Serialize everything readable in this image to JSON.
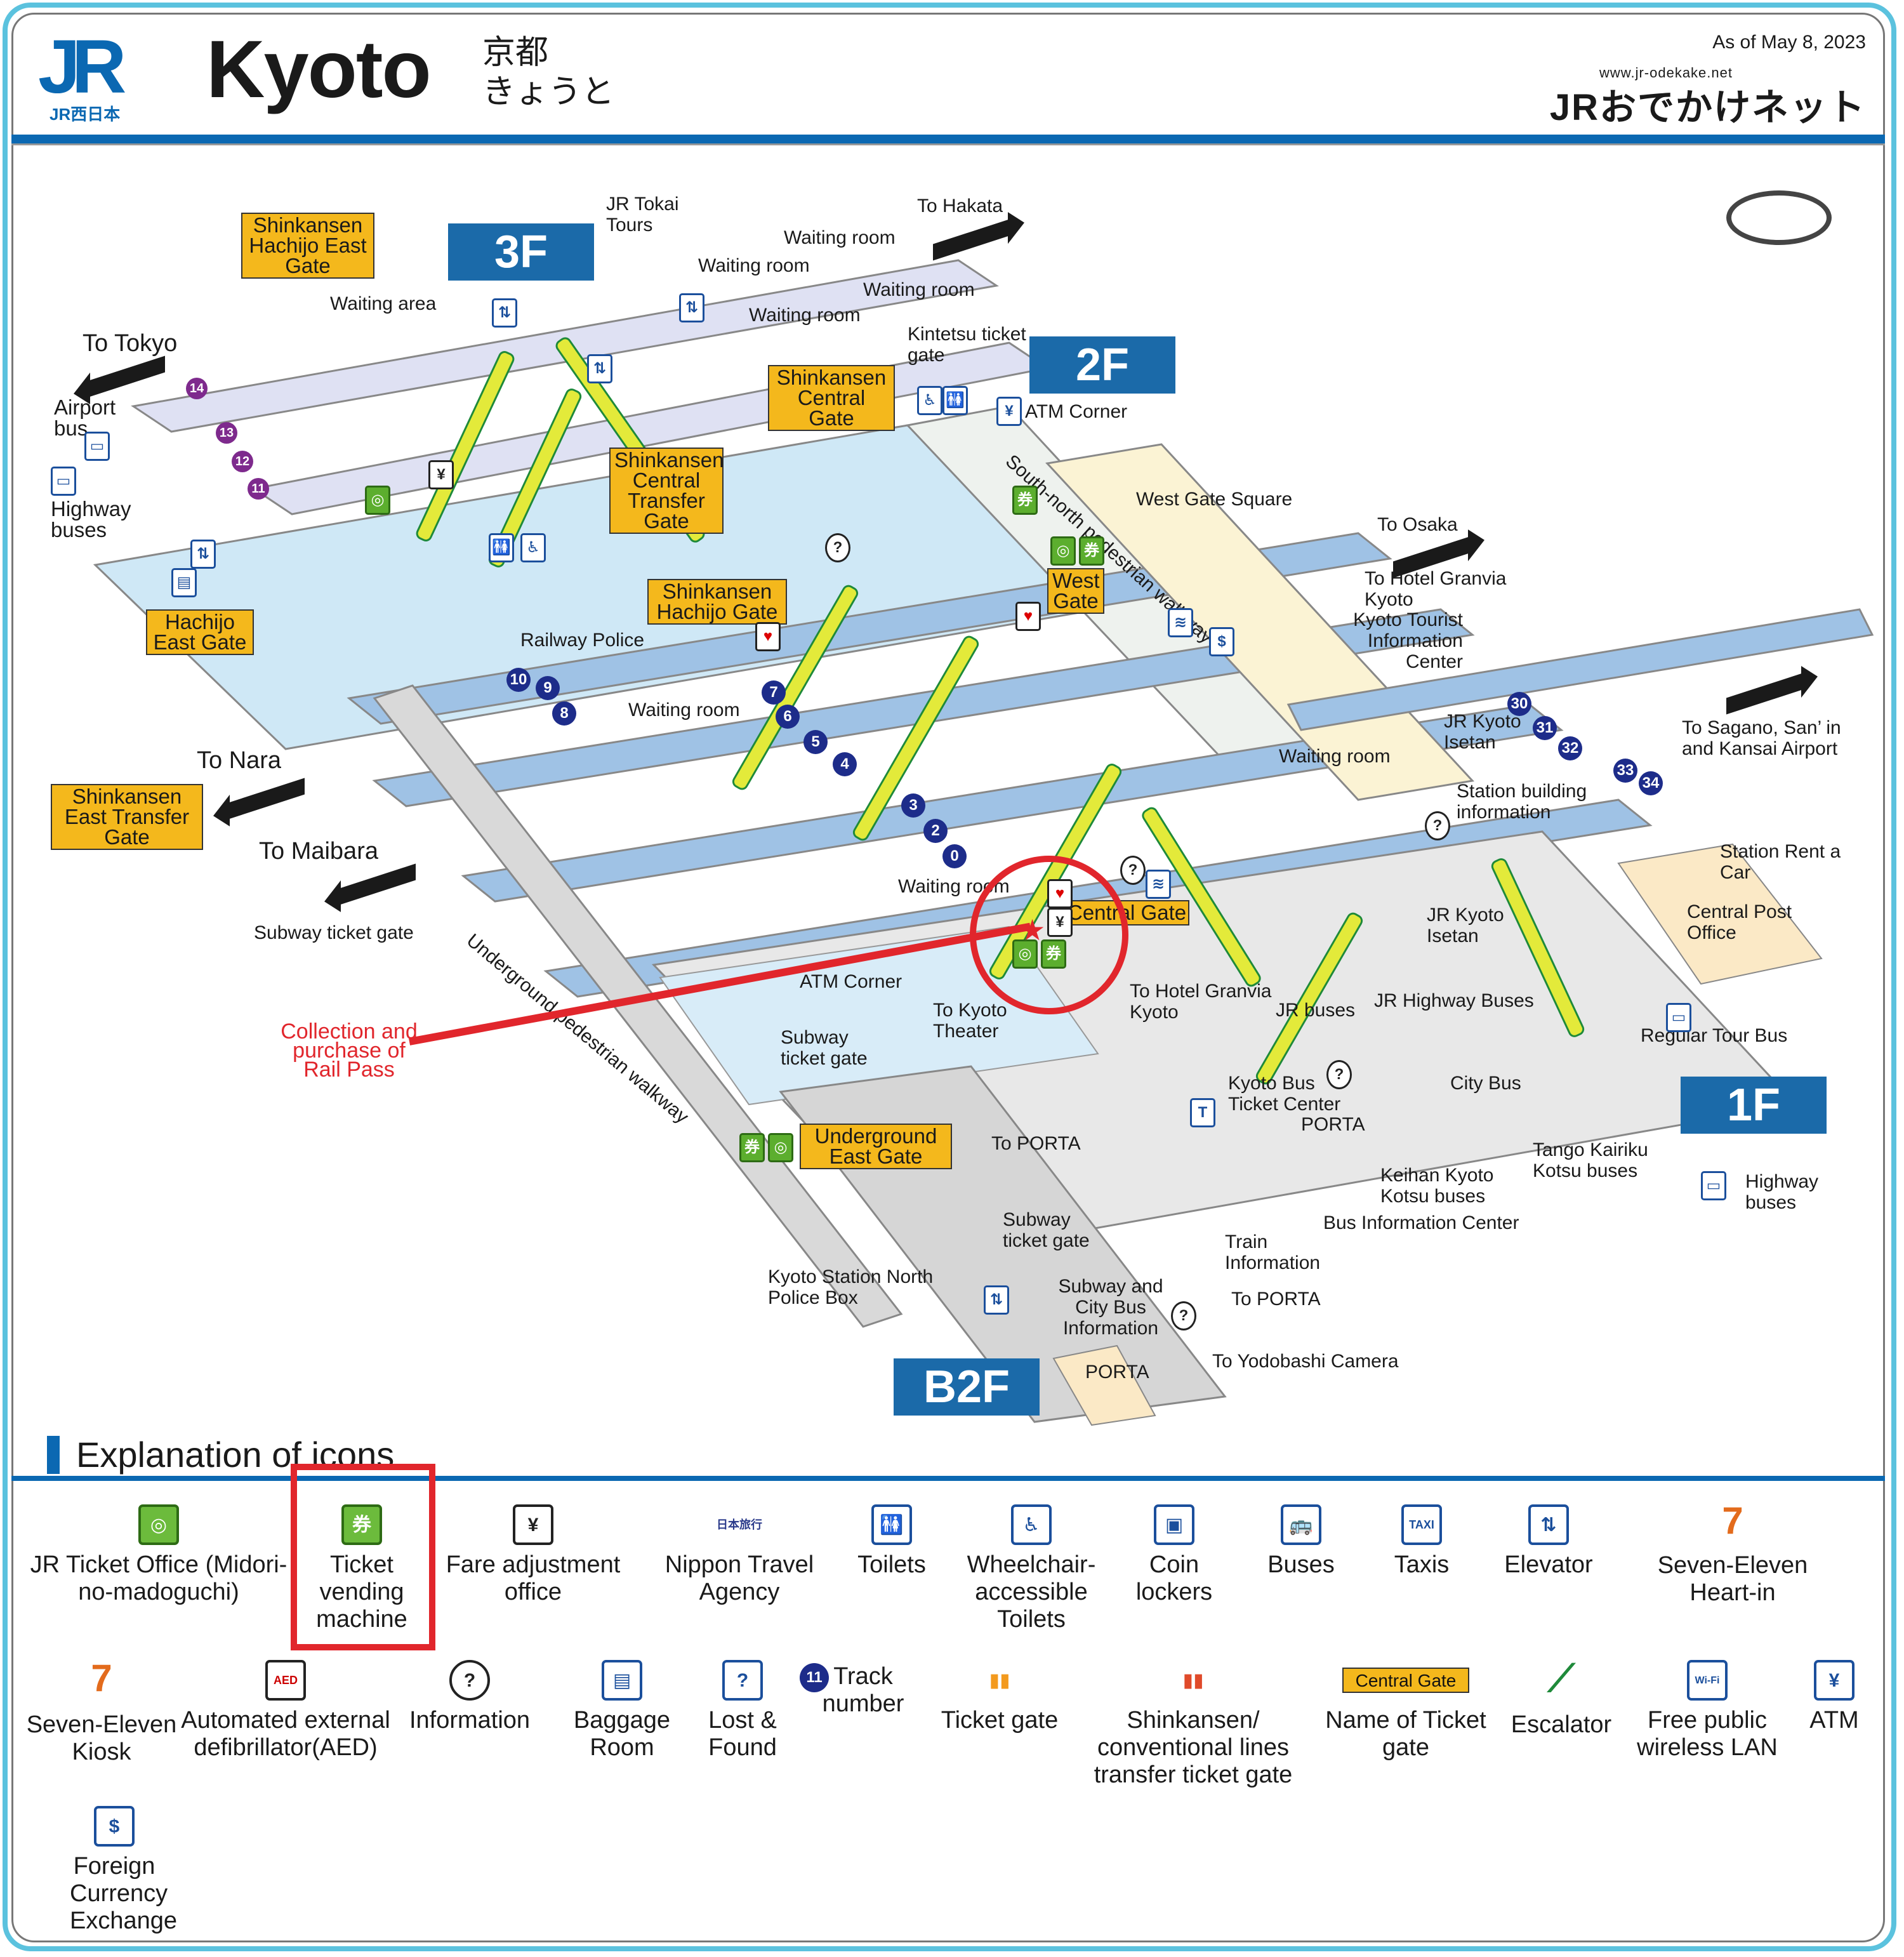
{
  "header": {
    "logo_mark": "JR",
    "logo_sub": "JR西日本",
    "station_name_en": "Kyoto",
    "station_name_kanji": "京都",
    "station_name_kana": "きょうと",
    "as_of": "As of May 8, 2023",
    "site_url": "www.jr-odekake.net",
    "site_brand": "JRおでかけネット"
  },
  "floors": {
    "f3": "3F",
    "f2": "2F",
    "f1": "1F",
    "b2": "B2F"
  },
  "gates": {
    "shinkansen_hachijo_east": "Shinkansen Hachijo East Gate",
    "hachijo_east": "Hachijo East Gate",
    "shinkansen_east_transfer": "Shinkansen East Transfer Gate",
    "shinkansen_central_transfer": "Shinkansen Central Transfer Gate",
    "shinkansen_hachijo": "Shinkansen Hachijo Gate",
    "shinkansen_central": "Shinkansen Central Gate",
    "west": "West Gate",
    "central": "Central Gate",
    "underground_east": "Underground East Gate"
  },
  "directions": {
    "to_tokyo": "To Tokyo",
    "to_hakata": "To Hakata",
    "to_osaka": "To Osaka",
    "to_nara": "To Nara",
    "to_maibara": "To Maibara",
    "to_sagano": "To Sagano, San’ in and Kansai Airport",
    "to_hotel_granvia_upper": "To Hotel Granvia Kyoto",
    "to_hotel_granvia_lower": "To Hotel Granvia Kyoto",
    "to_kyoto_theater": "To Kyoto Theater",
    "to_porta_1": "To PORTA",
    "to_porta_2": "To PORTA",
    "to_yodobashi": "To Yodobashi Camera"
  },
  "places": {
    "jr_tokai_tours": "JR Tokai Tours",
    "waiting_area": "Waiting area",
    "waiting_room_1": "Waiting room",
    "waiting_room_2": "Waiting room",
    "waiting_room_3": "Waiting room",
    "waiting_room_4": "Waiting room",
    "waiting_room_5": "Waiting room",
    "waiting_room_6": "Waiting room",
    "waiting_room_7": "Waiting room",
    "kintetsu_gate": "Kintetsu ticket gate",
    "atm_corner_2f": "ATM Corner",
    "atm_corner_1f": "ATM Corner",
    "west_gate_square": "West Gate Square",
    "sn_walkway": "South-north pedestrian walkway",
    "ug_walkway": "Underground pedestrian walkway",
    "kyoto_tourist_info": "Kyoto Tourist Information Center",
    "jr_isetan_upper": "JR Kyoto Isetan",
    "jr_isetan_lower": "JR Kyoto Isetan",
    "station_building_info": "Station building information",
    "station_rent_a_car": "Station Rent a Car",
    "central_post_office": "Central Post Office",
    "regular_tour_bus": "Regular Tour Bus",
    "jr_highway_buses": "JR Highway Buses",
    "jr_buses": "JR buses",
    "city_bus": "City Bus",
    "kyoto_bus_ticket_center": "Kyoto Bus Ticket Center",
    "porta_1f": "PORTA",
    "tango_kairiku": "Tango Kairiku Kotsu buses",
    "keihan_kyoto": "Keihan Kyoto Kotsu buses",
    "highway_buses_right": "Highway buses",
    "bus_info_center": "Bus Information Center",
    "train_information": "Train Information",
    "airport_bus": "Airport bus",
    "highway_buses_left": "Highway buses",
    "railway_police": "Railway Police",
    "subway_gate_1": "Subway ticket gate",
    "subway_gate_2": "Subway ticket gate",
    "subway_gate_3": "Subway ticket gate",
    "north_police_box": "Kyoto Station North Police Box",
    "subway_city_bus_info": "Subway and City Bus Information",
    "porta_b2": "PORTA"
  },
  "tracks": {
    "purple": [
      "14",
      "13",
      "12",
      "11"
    ],
    "blue_left": [
      "10",
      "9",
      "8"
    ],
    "blue_mid": [
      "7",
      "6",
      "5",
      "4"
    ],
    "blue_center": [
      "3",
      "2",
      "0"
    ],
    "blue_right": [
      "30",
      "31",
      "32",
      "33",
      "34"
    ]
  },
  "annotation": {
    "note": "Collection and purchase of Rail Pass",
    "color": "#e1262c"
  },
  "legend": {
    "title": "Explanation of icons",
    "items": [
      {
        "label": "JR Ticket Office (Midori-no-madoguchi)",
        "glyph": "♿"
      },
      {
        "label": "Ticket vending machine",
        "glyph": "券"
      },
      {
        "label": "Fare adjustment office",
        "glyph": "¥"
      },
      {
        "label": "Nippon Travel Agency",
        "glyph": "日本旅行"
      },
      {
        "label": "Toilets",
        "glyph": "🚻"
      },
      {
        "label": "Wheelchair-accessible Toilets",
        "glyph": "♿"
      },
      {
        "label": "Coin lockers",
        "glyph": "▣"
      },
      {
        "label": "Buses",
        "glyph": "🚌"
      },
      {
        "label": "Taxis",
        "glyph": "TAXI"
      },
      {
        "label": "Elevator",
        "glyph": "⇅"
      },
      {
        "label": "Seven-Eleven Heart-in",
        "glyph": "7"
      },
      {
        "label": "Seven-Eleven Kiosk",
        "glyph": "7"
      },
      {
        "label": "Automated external defibrillator(AED)",
        "glyph": "AED"
      },
      {
        "label": "Information",
        "glyph": "?"
      },
      {
        "label": "Baggage Room",
        "glyph": "▤"
      },
      {
        "label": "Lost & Found",
        "glyph": "?"
      },
      {
        "label": "Track number",
        "glyph": "11"
      },
      {
        "label": "Ticket gate",
        "glyph": "▮▮"
      },
      {
        "label": "Shinkansen/ conventional lines transfer ticket gate",
        "glyph": "▮▮"
      },
      {
        "label": "Name of Ticket gate",
        "glyph": "Central Gate"
      },
      {
        "label": "Escalator",
        "glyph": "⟋"
      },
      {
        "label": "Free public wireless LAN",
        "glyph": "Wi-Fi"
      },
      {
        "label": "ATM",
        "glyph": "¥"
      },
      {
        "label": "Foreign Currency Exchange",
        "glyph": "$"
      }
    ]
  },
  "colors": {
    "brand_blue": "#0b68b2",
    "frame_cyan": "#5bc2de",
    "gate_yellow": "#f4b81c",
    "track_blue": "#1d2c8a",
    "track_purple": "#7e2a8d",
    "highlight_red": "#e1262c",
    "ticket_green": "#6cbb3c"
  }
}
